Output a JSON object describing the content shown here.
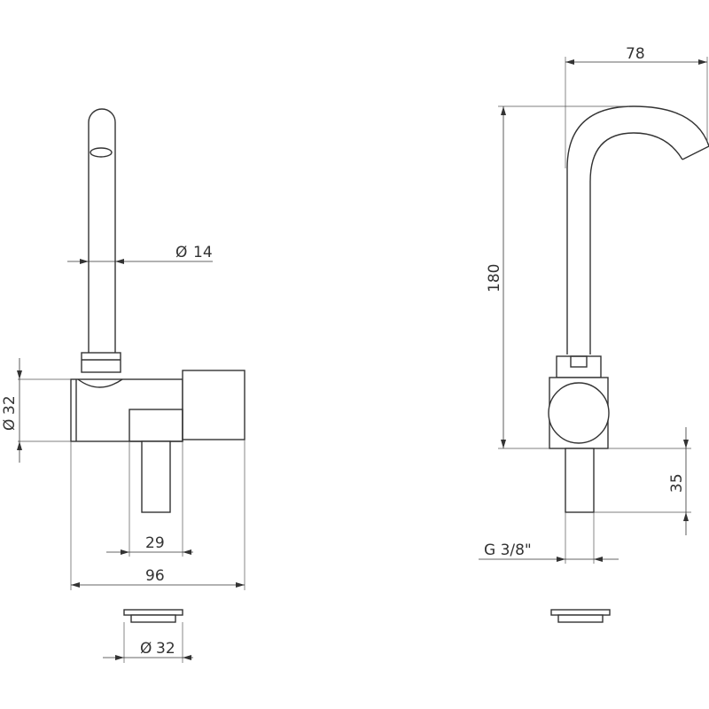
{
  "dimensions": {
    "spout_diameter": "14",
    "body_diameter": "32",
    "shank_offset": "29",
    "total_length": "96",
    "base_diameter": "32",
    "spout_reach": "78",
    "height": "180",
    "shank_length": "35",
    "thread": "G 3/8\""
  },
  "symbols": {
    "diameter": "Ø"
  },
  "colors": {
    "line": "#333333",
    "background": "#ffffff"
  }
}
